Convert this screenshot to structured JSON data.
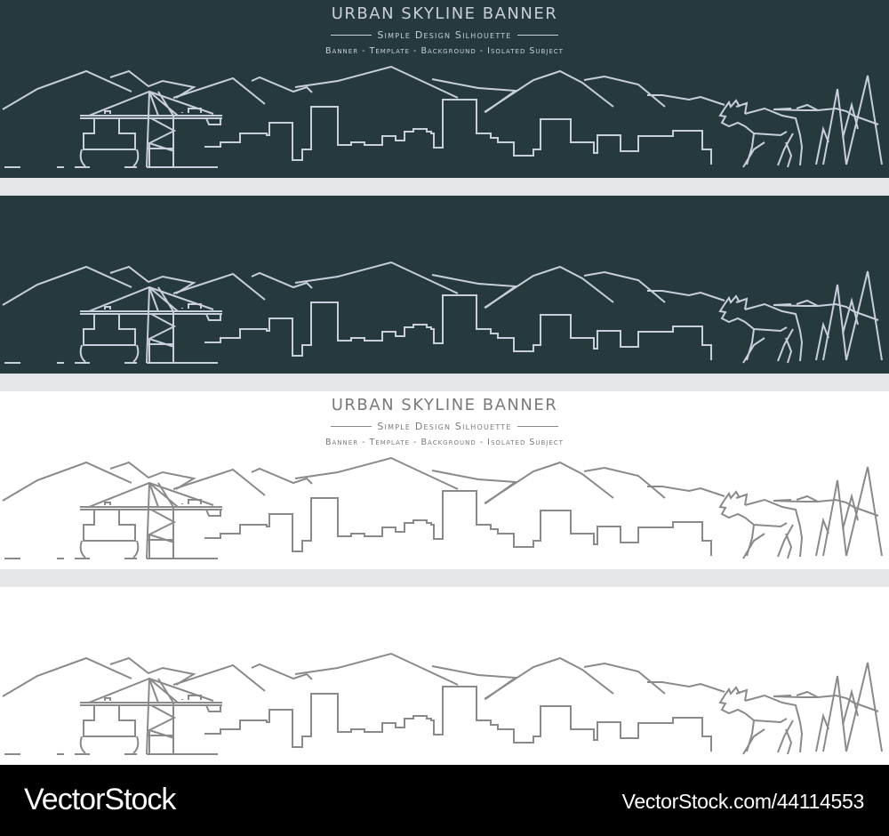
{
  "colors": {
    "gap": "#e5e6e8",
    "dark_bg": "#263a3d",
    "dark_line": "#c9cedd",
    "dark_text": "#c9cedd",
    "light_bg": "#ffffff",
    "light_line": "#8a8a8a",
    "light_text": "#7a7a7a",
    "footer_bg": "#000000",
    "footer_text": "#ffffff"
  },
  "banners": [
    {
      "variant": "dark",
      "has_text": true,
      "title": "URBAN SKYLINE BANNER",
      "subtitle": "Simple Design Silhouette",
      "tags": "Banner - Template - Background - Isolated Subject"
    },
    {
      "variant": "dark",
      "has_text": false
    },
    {
      "variant": "light",
      "has_text": true,
      "title": "URBAN SKYLINE BANNER",
      "subtitle": "Simple Design Silhouette",
      "tags": "Banner - Template - Background - Isolated Subject"
    },
    {
      "variant": "light",
      "has_text": false
    }
  ],
  "footer": {
    "brand": "VectorStock",
    "reference": "VectorStock.com/44114553"
  },
  "icons": {
    "skyline": "city-skyline-line-art",
    "crane": "port-crane-icon",
    "ship": "cargo-ship-icon",
    "moose": "moose-icon",
    "trees": "pine-trees-icon"
  }
}
